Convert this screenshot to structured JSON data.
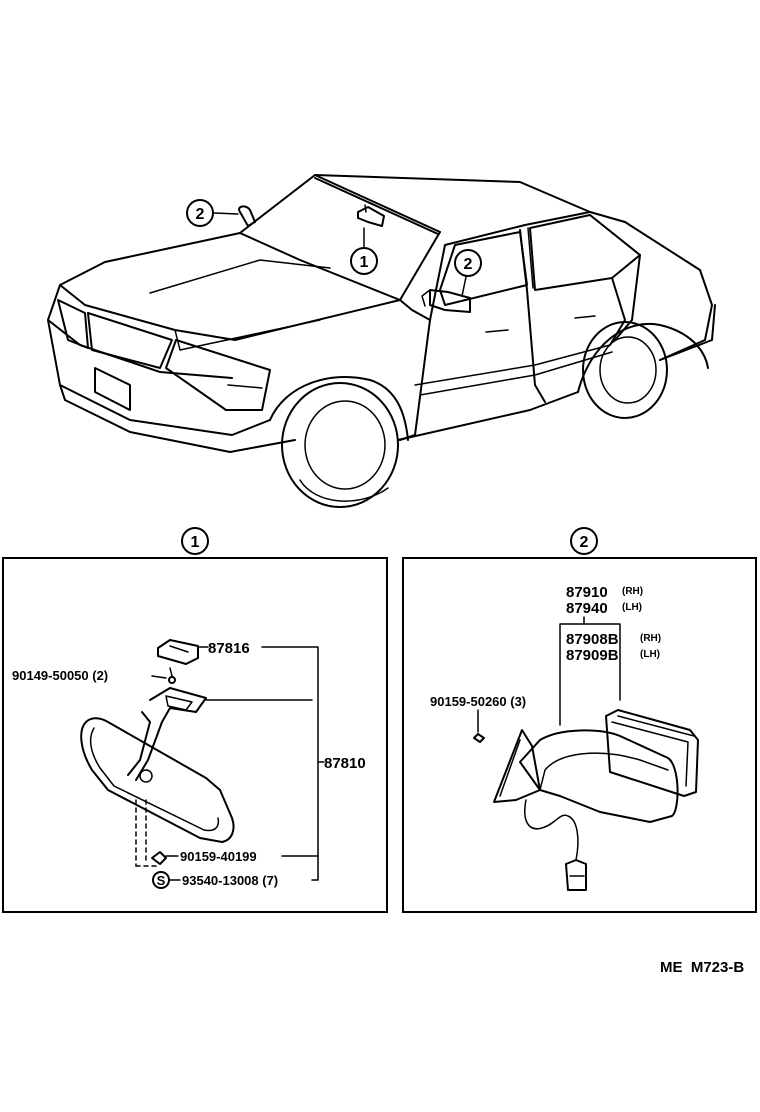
{
  "callouts": {
    "one": "1",
    "two": "2"
  },
  "sections": [
    {
      "callout": "1",
      "parts": {
        "bracket": "87816",
        "assembly": "87810",
        "screw_top": "90149-50050 (2)",
        "screw_mid": "90159-40199",
        "screw_bottom": "93540-13008 (7)",
        "s_marker": "S"
      }
    },
    {
      "callout": "2",
      "parts": {
        "mirror_rh": "87910",
        "mirror_rh_side": "(RH)",
        "mirror_lh": "87940",
        "mirror_lh_side": "(LH)",
        "glass_rh": "87908B",
        "glass_rh_side": "(RH)",
        "glass_lh": "87909B",
        "glass_lh_side": "(LH)",
        "screw": "90159-50260 (3)"
      }
    }
  ],
  "footer_code": "ME  M723-B"
}
